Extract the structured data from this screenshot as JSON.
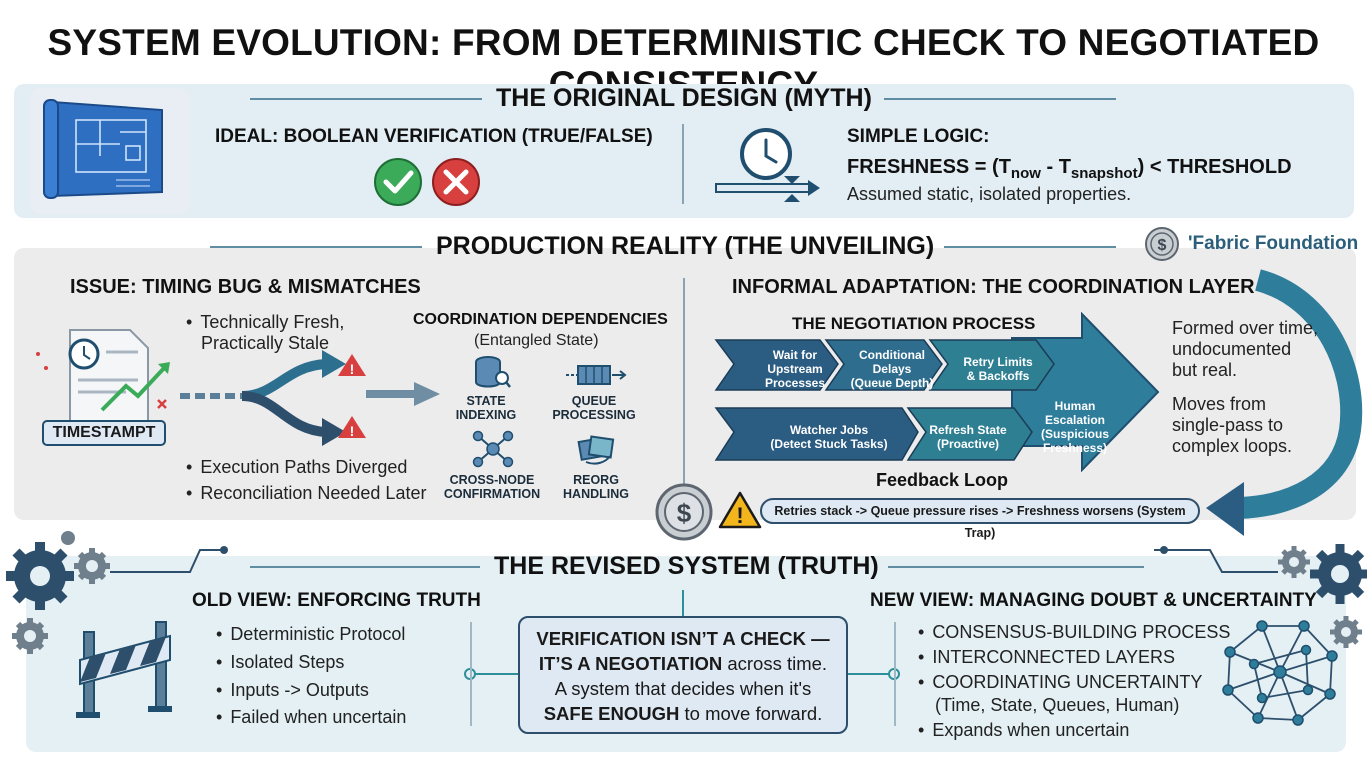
{
  "title": "SYSTEM EVOLUTION: FROM DETERMINISTIC CHECK TO NEGOTIATED CONSISTENCY",
  "section1": {
    "heading": "THE ORIGINAL DESIGN (MYTH)",
    "ideal": "IDEAL: BOOLEAN VERIFICATION (TRUE/FALSE)",
    "logic_title": "SIMPLE LOGIC:",
    "formula_a": "FRESHNESS = (T",
    "formula_now": "now",
    "formula_b": " - T",
    "formula_snap": "snapshot",
    "formula_c": ") < THRESHOLD",
    "assumed": "Assumed static, isolated properties."
  },
  "section2": {
    "heading": "PRODUCTION REALITY (THE UNVEILING)",
    "brand": "'Fabric Foundation",
    "issue": "ISSUE: TIMING BUG & MISMATCHES",
    "bullet1a": "Technically Fresh,",
    "bullet1b": "Practically Stale",
    "bullet2": "Execution Paths Diverged",
    "bullet3": "Reconciliation Needed Later",
    "timestamp_label": "TIMESTAMPT",
    "coord_title": "COORDINATION DEPENDENCIES",
    "coord_sub": "(Entangled State)",
    "dep1a": "STATE",
    "dep1b": "INDEXING",
    "dep2a": "QUEUE",
    "dep2b": "PROCESSING",
    "dep3a": "CROSS-NODE",
    "dep3b": "CONFIRMATION",
    "dep4a": "REORG",
    "dep4b": "HANDLING",
    "adapt_title": "INFORMAL ADAPTATION: THE COORDINATION LAYER",
    "neg_title": "THE NEGOTIATION PROCESS",
    "step1": [
      "Wait for",
      "Upstream",
      "Processes"
    ],
    "step2": [
      "Conditional",
      "Delays",
      "(Queue Depth)"
    ],
    "step3": [
      "Retry Limits",
      "& Backoffs"
    ],
    "step4": [
      "Watcher Jobs",
      "(Detect Stuck Tasks)"
    ],
    "step5": [
      "Refresh State",
      "(Proactive)"
    ],
    "step6": [
      "Human",
      "Escalation",
      "(Suspicious",
      "Freshness)"
    ],
    "feedback": "Feedback Loop",
    "trap": "Retries stack -> Queue pressure rises -> Freshness worsens (System Trap)",
    "note1": [
      "Formed over time,",
      "undocumented",
      "but real."
    ],
    "note2": [
      "Moves from",
      "single-pass to",
      "complex loops."
    ]
  },
  "section3": {
    "heading": "THE REVISED SYSTEM (TRUTH)",
    "old_title": "OLD VIEW: ENFORCING TRUTH",
    "old": [
      "Deterministic Protocol",
      "Isolated Steps",
      "Inputs -> Outputs",
      "Failed when uncertain"
    ],
    "center_l1": "VERIFICATION ISN’T A CHECK —",
    "center_l2a": "IT’S A NEGOTIATION",
    "center_l2b": " across time.",
    "center_l3": "A system that decides when it's",
    "center_l4a": "SAFE ENOUGH",
    "center_l4b": " to move forward.",
    "new_title": "NEW VIEW: MANAGING DOUBT & UNCERTAINTY",
    "new1": "CONSENSUS-BUILDING PROCESS",
    "new2": "INTERCONNECTED LAYERS",
    "new3": "COORDINATING UNCERTAINTY",
    "new3b": "(Time, State, Queues, Human)",
    "new4": "Expands when uncertain"
  },
  "colors": {
    "navy": "#1f4e6e",
    "teal": "#2f8f9a",
    "blueprint": "#2f6fc2",
    "green": "#3bab5a",
    "red": "#d84040"
  }
}
